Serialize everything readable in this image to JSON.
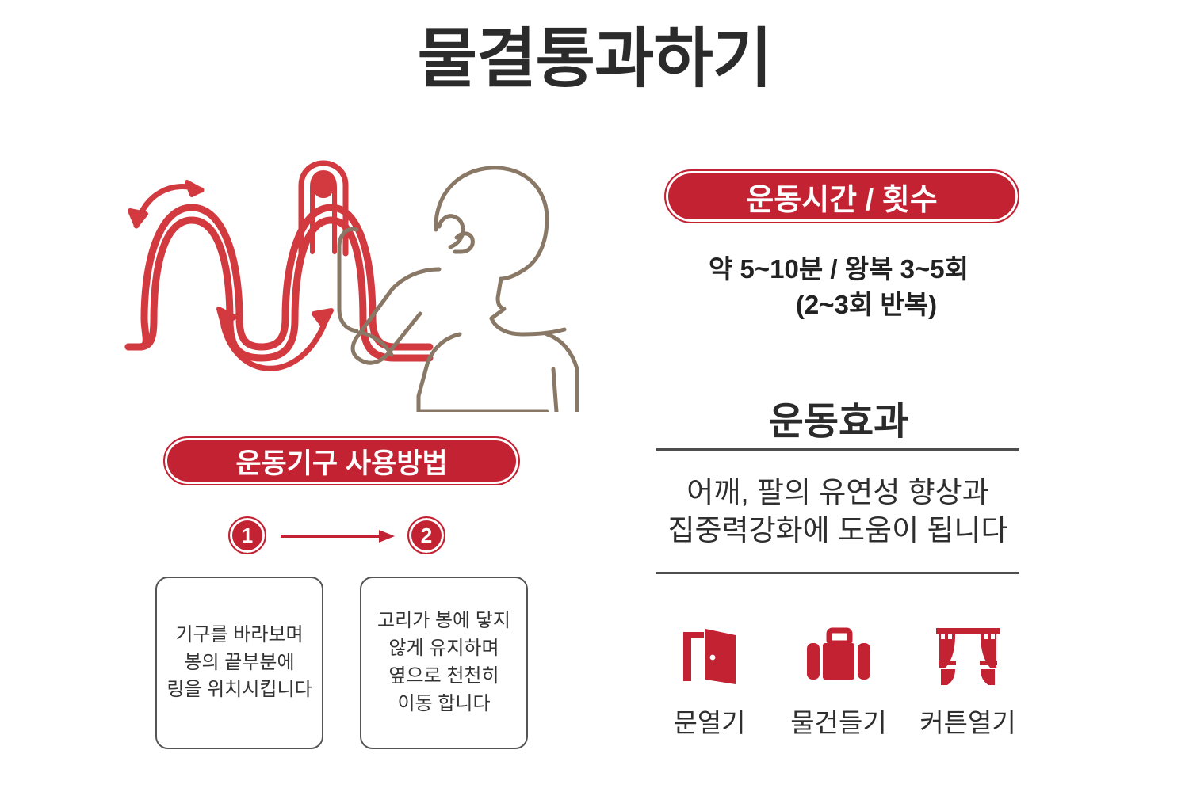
{
  "page": {
    "title": "물결통과하기",
    "background_color": "#ffffff",
    "accent_color": "#c32233",
    "figure_color": "#8a7866",
    "text_color": "#2b2b2b"
  },
  "illustration": {
    "name": "wave-rod-exercise-illustration",
    "description": "사람이 물결 모양 봉에 링을 끼워 이동시키는 그림",
    "rod_color": "#d33a3f",
    "person_color": "#8a7866",
    "arrows": [
      "up-down-arrow-crest",
      "up-arc-arrow-trough"
    ]
  },
  "time_section": {
    "badge": "운동시간 / 횟수",
    "line1": "약 5~10분   /   왕복 3~5회",
    "line2": "(2~3회 반복)"
  },
  "effect_section": {
    "heading": "운동효과",
    "line1": "어깨, 팔의 유연성 향상과",
    "line2": "집중력강화에 도움이 됩니다"
  },
  "benefits": [
    {
      "icon": "door-icon",
      "label": "문열기"
    },
    {
      "icon": "suitcase-icon",
      "label": "물건들기"
    },
    {
      "icon": "curtain-icon",
      "label": "커튼열기"
    }
  ],
  "howto_section": {
    "badge": "운동기구 사용방법",
    "steps": [
      {
        "number": "1",
        "lines": [
          "기구를 바라보며",
          "봉의 끝부분에",
          "링을 위치시킵니다"
        ]
      },
      {
        "number": "2",
        "lines": [
          "고리가 봉에 닿지",
          "않게 유지하며",
          "옆으로 천천히",
          "이동 합니다"
        ]
      }
    ]
  }
}
